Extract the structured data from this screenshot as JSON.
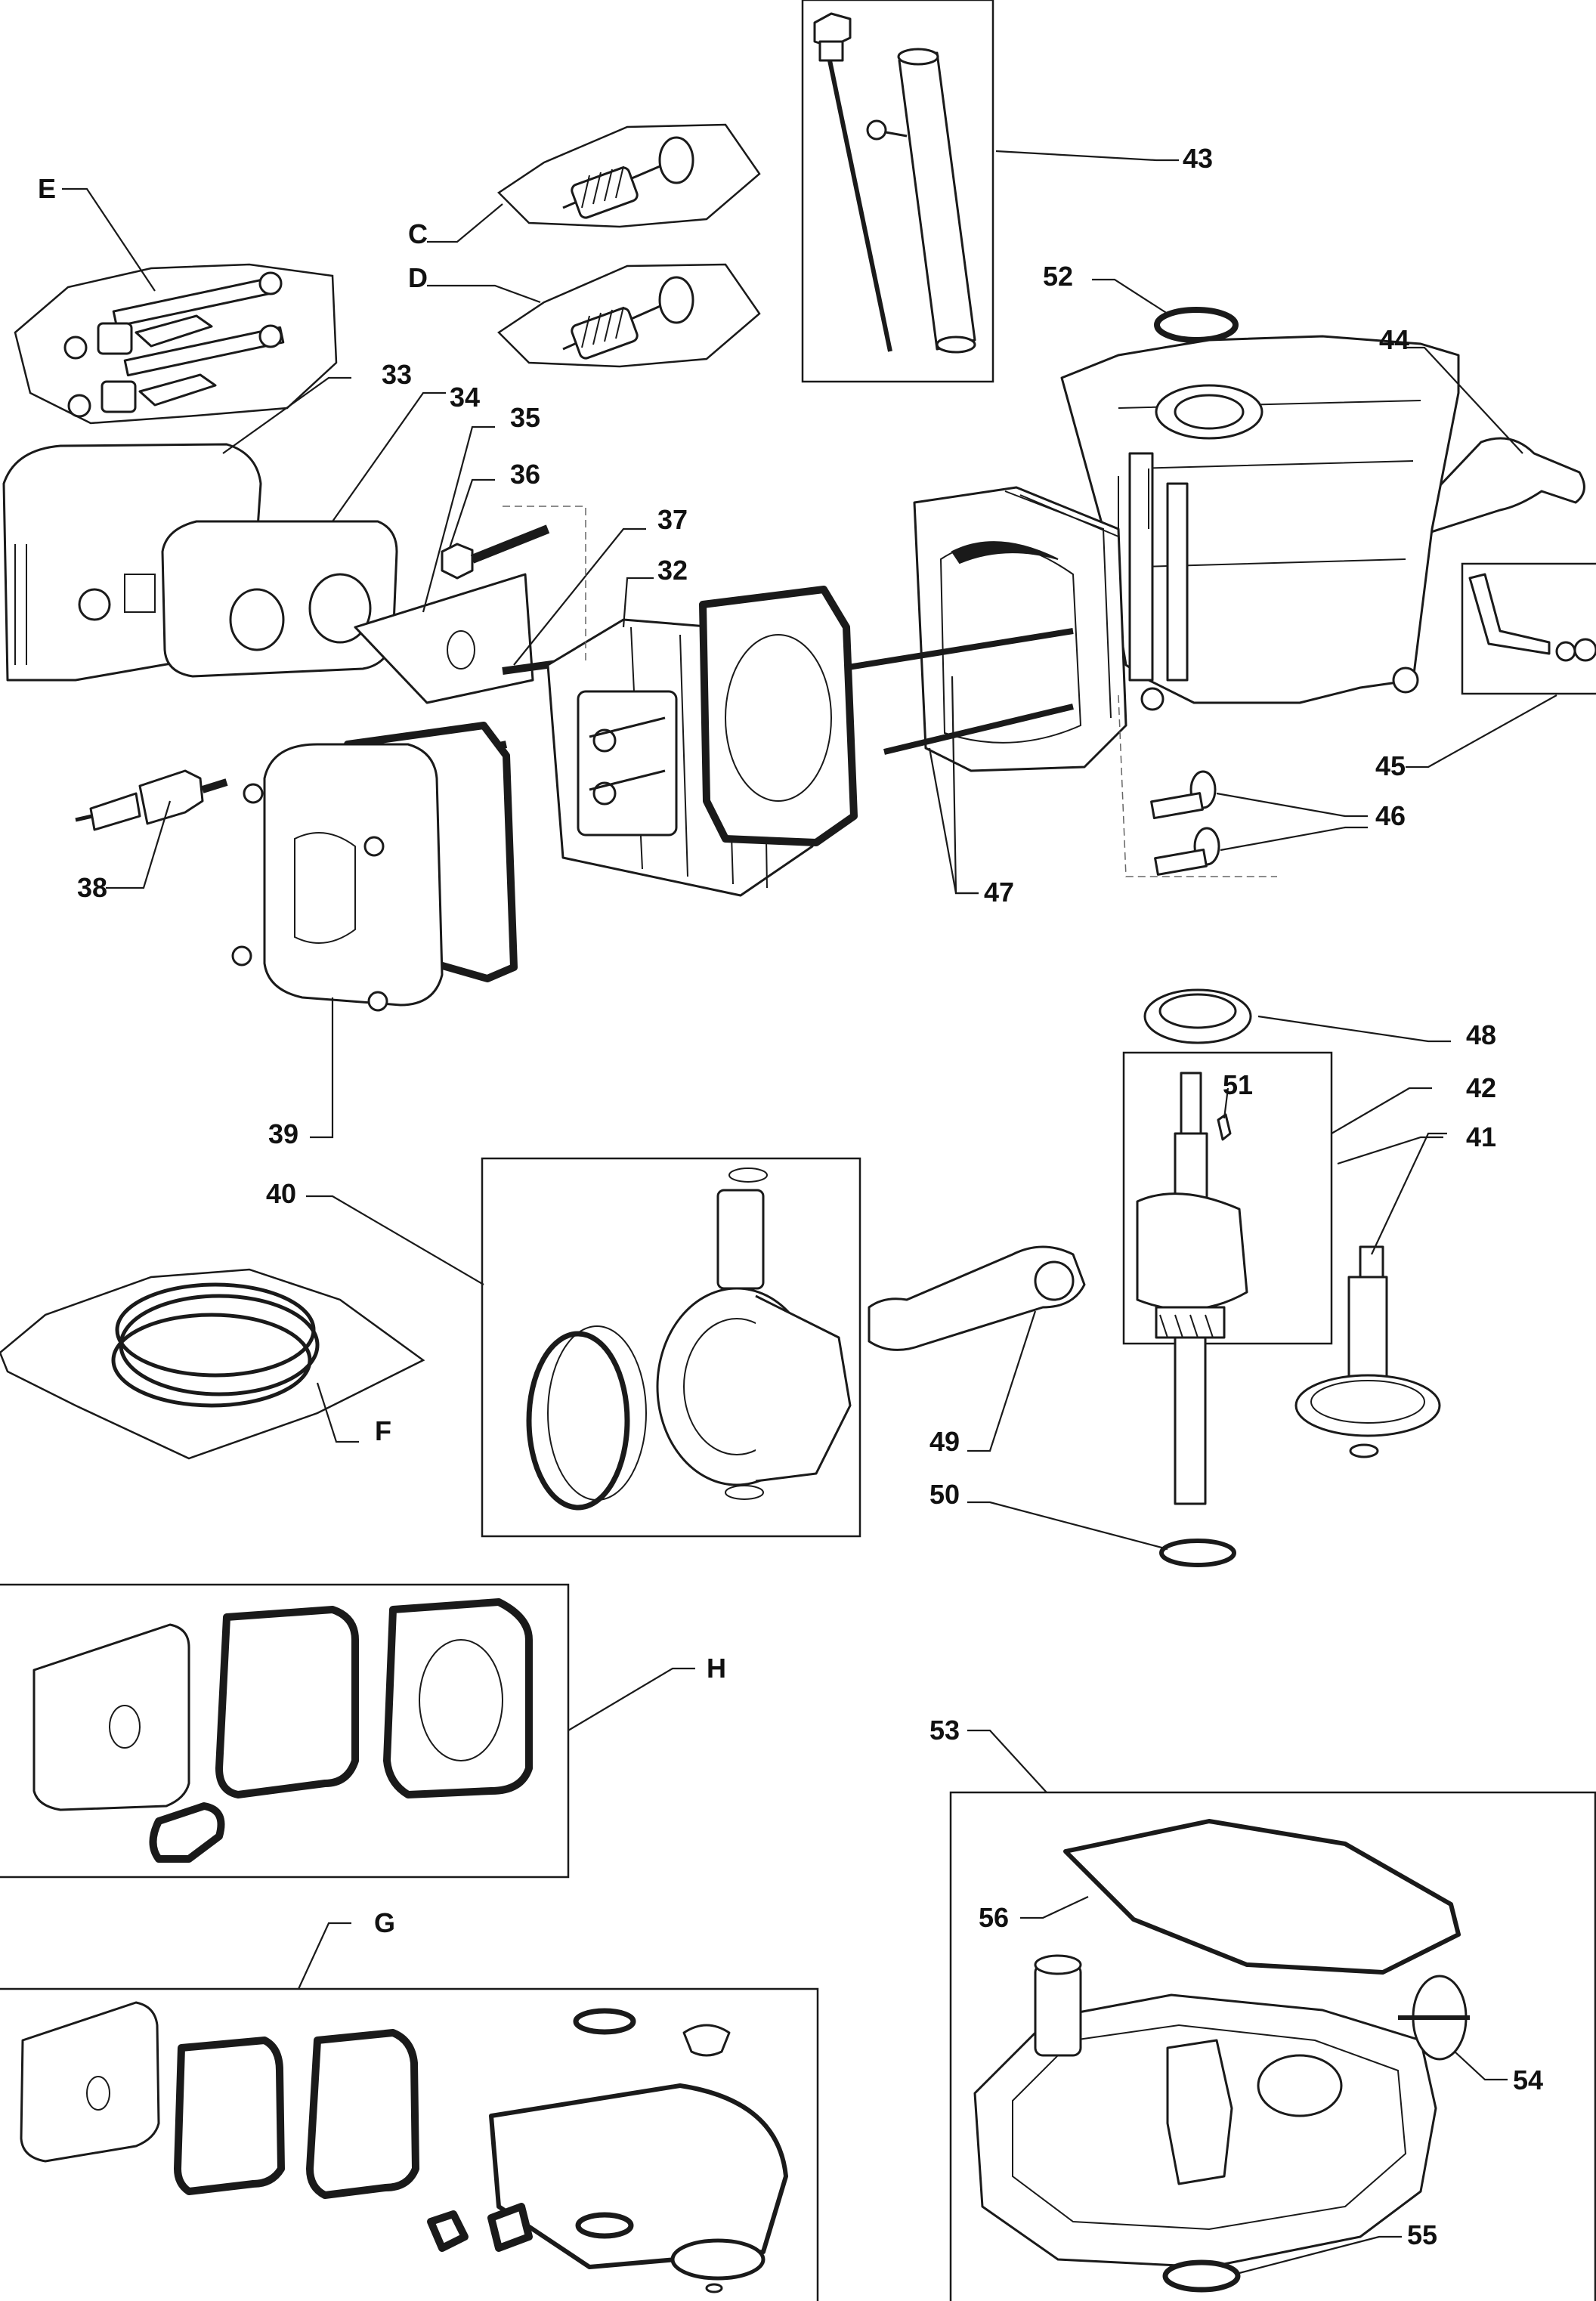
{
  "callouts": {
    "E": "E",
    "C": "C",
    "D": "D",
    "F": "F",
    "G": "G",
    "H": "H",
    "p32": "32",
    "p33": "33",
    "p34": "34",
    "p35": "35",
    "p36": "36",
    "p37": "37",
    "p38": "38",
    "p39": "39",
    "p40": "40",
    "p41": "41",
    "p42": "42",
    "p43": "43",
    "p44": "44",
    "p45": "45",
    "p46": "46",
    "p47": "47",
    "p48": "48",
    "p49": "49",
    "p50": "50",
    "p51": "51",
    "p52": "52",
    "p53": "53",
    "p54": "54",
    "p55": "55",
    "p56": "56"
  }
}
